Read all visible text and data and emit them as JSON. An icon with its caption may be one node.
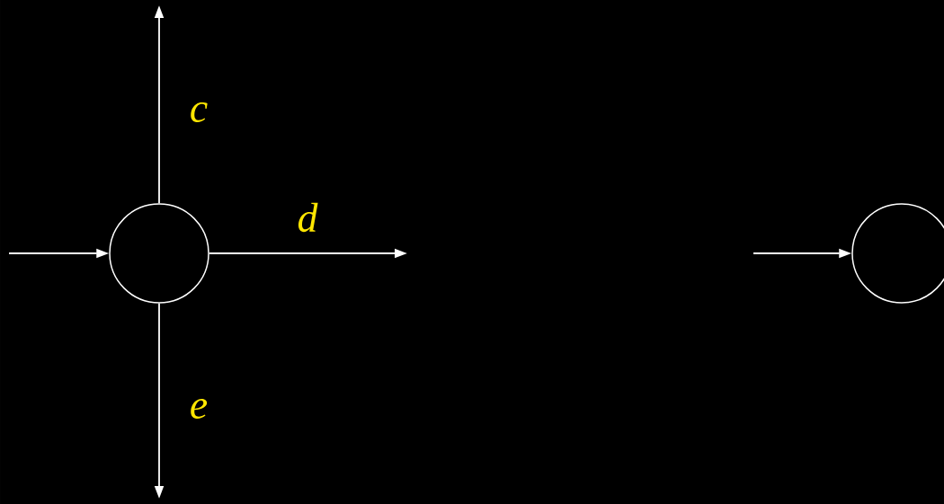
{
  "diagram": {
    "nodes": [
      {
        "text": [],
        "shape": "circle"
      },
      {
        "text": [],
        "shape": "circle"
      }
    ],
    "edges": [
      {
        "from": null,
        "to": 0,
        "arrow": "to"
      },
      {
        "from": 0,
        "to": null,
        "arrow": "to",
        "label": "c"
      },
      {
        "from": 0,
        "to": null,
        "arrow": "to",
        "label": "d"
      },
      {
        "from": 0,
        "to": null,
        "arrow": "to",
        "label": "e"
      },
      {
        "from": null,
        "to": 1,
        "arrow": "to"
      }
    ]
  }
}
